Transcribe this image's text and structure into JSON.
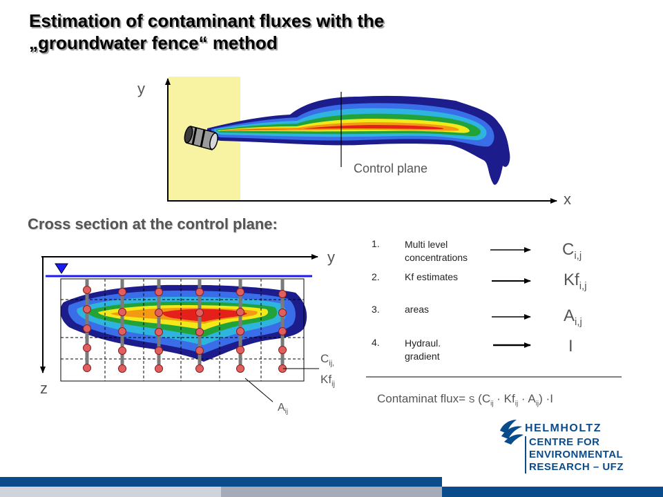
{
  "title": {
    "line1": "Estimation of contaminant fluxes with the",
    "line2": "„groundwater fence“ method"
  },
  "top_diagram": {
    "y_axis_label": "y",
    "x_axis_label": "x",
    "control_plane_label": "Control plane"
  },
  "cross_section": {
    "heading": "Cross section at the control plane:",
    "y_axis_label": "y",
    "z_axis_label": "z",
    "label_c": "C",
    "label_c_sub": "ij,",
    "label_kf": "Kf",
    "label_kf_sub": "ij",
    "label_a": "A",
    "label_a_sub": "ij"
  },
  "steps": [
    {
      "num": "1.",
      "text_line1": "Multi level",
      "text_line2": "concentrations",
      "sym": "C",
      "sym_sub": "i,j"
    },
    {
      "num": "2.",
      "text_line1": "Kf estimates",
      "text_line2": "",
      "sym": "Kf",
      "sym_sub": "i,j"
    },
    {
      "num": "3.",
      "text_line1": "areas",
      "text_line2": "",
      "sym": "A",
      "sym_sub": "i,j"
    },
    {
      "num": "4.",
      "text_line1": "Hydraul.",
      "text_line2": "gradient",
      "sym": "I",
      "sym_sub": ""
    }
  ],
  "formula": {
    "prefix": "Contaminat flux= ",
    "sigma": "S",
    "open": " (C",
    "s1": "ij",
    "dot1": " · Kf",
    "s2": "ij",
    "dot2": " · A",
    "s3": "ij",
    "close": ") ·I"
  },
  "logo": {
    "brand": "HELMHOLTZ",
    "line1": "CENTRE FOR",
    "line2": "ENVIRONMENTAL",
    "line3": "RESEARCH – UFZ",
    "color": "#0a4b8c"
  },
  "colors": {
    "plume_dark_blue": "#1c1c8c",
    "plume_blue": "#3a6ee8",
    "plume_cyan": "#2fb4e0",
    "plume_green": "#22a33a",
    "plume_yellow": "#f2e81a",
    "plume_orange": "#f39a12",
    "plume_red": "#e3211a",
    "source_zone": "#f7f3a3",
    "water_table": "#1a1aff"
  }
}
